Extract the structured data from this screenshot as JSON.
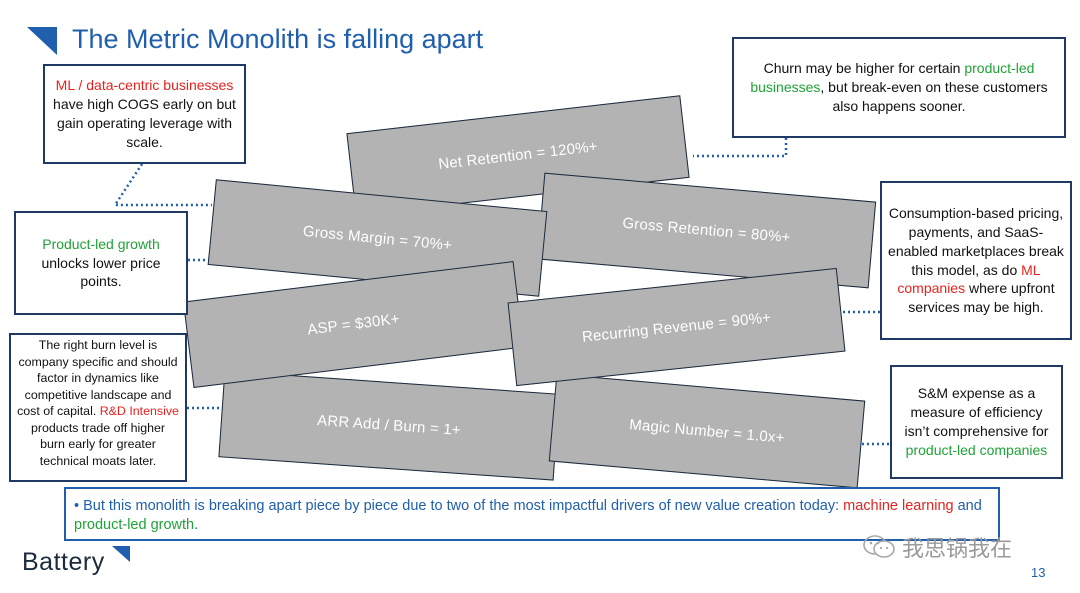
{
  "slide": {
    "title": "The Metric Monolith is falling apart",
    "page_number": "13",
    "logo_text": "Battery",
    "watermark_text": "我思锅我在"
  },
  "metrics": {
    "net_retention": "Net Retention = 120%+",
    "gross_margin": "Gross Margin = 70%+",
    "gross_retention": "Gross Retention = 80%+",
    "asp": "ASP = $30K+",
    "recurring_revenue": "Recurring Revenue = 90%+",
    "arr_add_burn": "ARR Add / Burn = 1+",
    "magic_number": "Magic Number = 1.0x+"
  },
  "callouts": {
    "ml_cogs": {
      "highlight": "ML / data-centric businesses",
      "rest": " have high COGS early on but gain operating leverage with scale."
    },
    "plg_price": {
      "highlight": "Product-led growth",
      "rest": " unlocks lower price points."
    },
    "burn": {
      "lead": "The right burn level is company specific and should factor in dynamics like competitive landscape and cost of capital. ",
      "highlight": "R&D Intensive",
      "rest": " products trade off higher burn early for greater technical moats later."
    },
    "churn": {
      "lead": "Churn may be higher for certain ",
      "highlight": "product-led businesses",
      "rest": ", but break-even on these customers also happens sooner."
    },
    "consumption": {
      "lead": "Consumption-based pricing, payments, and SaaS-enabled marketplaces break this model, as do ",
      "highlight": "ML companies",
      "rest": " where upfront services may be high."
    },
    "sm_expense": {
      "lead": "S&M expense as a measure of efficiency isn’t comprehensive for ",
      "highlight": "product-led companies",
      "rest": ""
    }
  },
  "banner": {
    "bullet": "•",
    "lead": "But this monolith is breaking apart piece by piece due to two of the most impactful drivers of new value creation today: ",
    "highlight_ml": "machine learning",
    "connector": " and ",
    "highlight_plg": "product-led growth",
    "tail": "."
  },
  "colors": {
    "title_blue": "#1f5fae",
    "callout_border": "#1f3864",
    "highlight_red": "#e8231f",
    "highlight_green": "#1ea336",
    "block_gray": "#b3b3b3"
  }
}
